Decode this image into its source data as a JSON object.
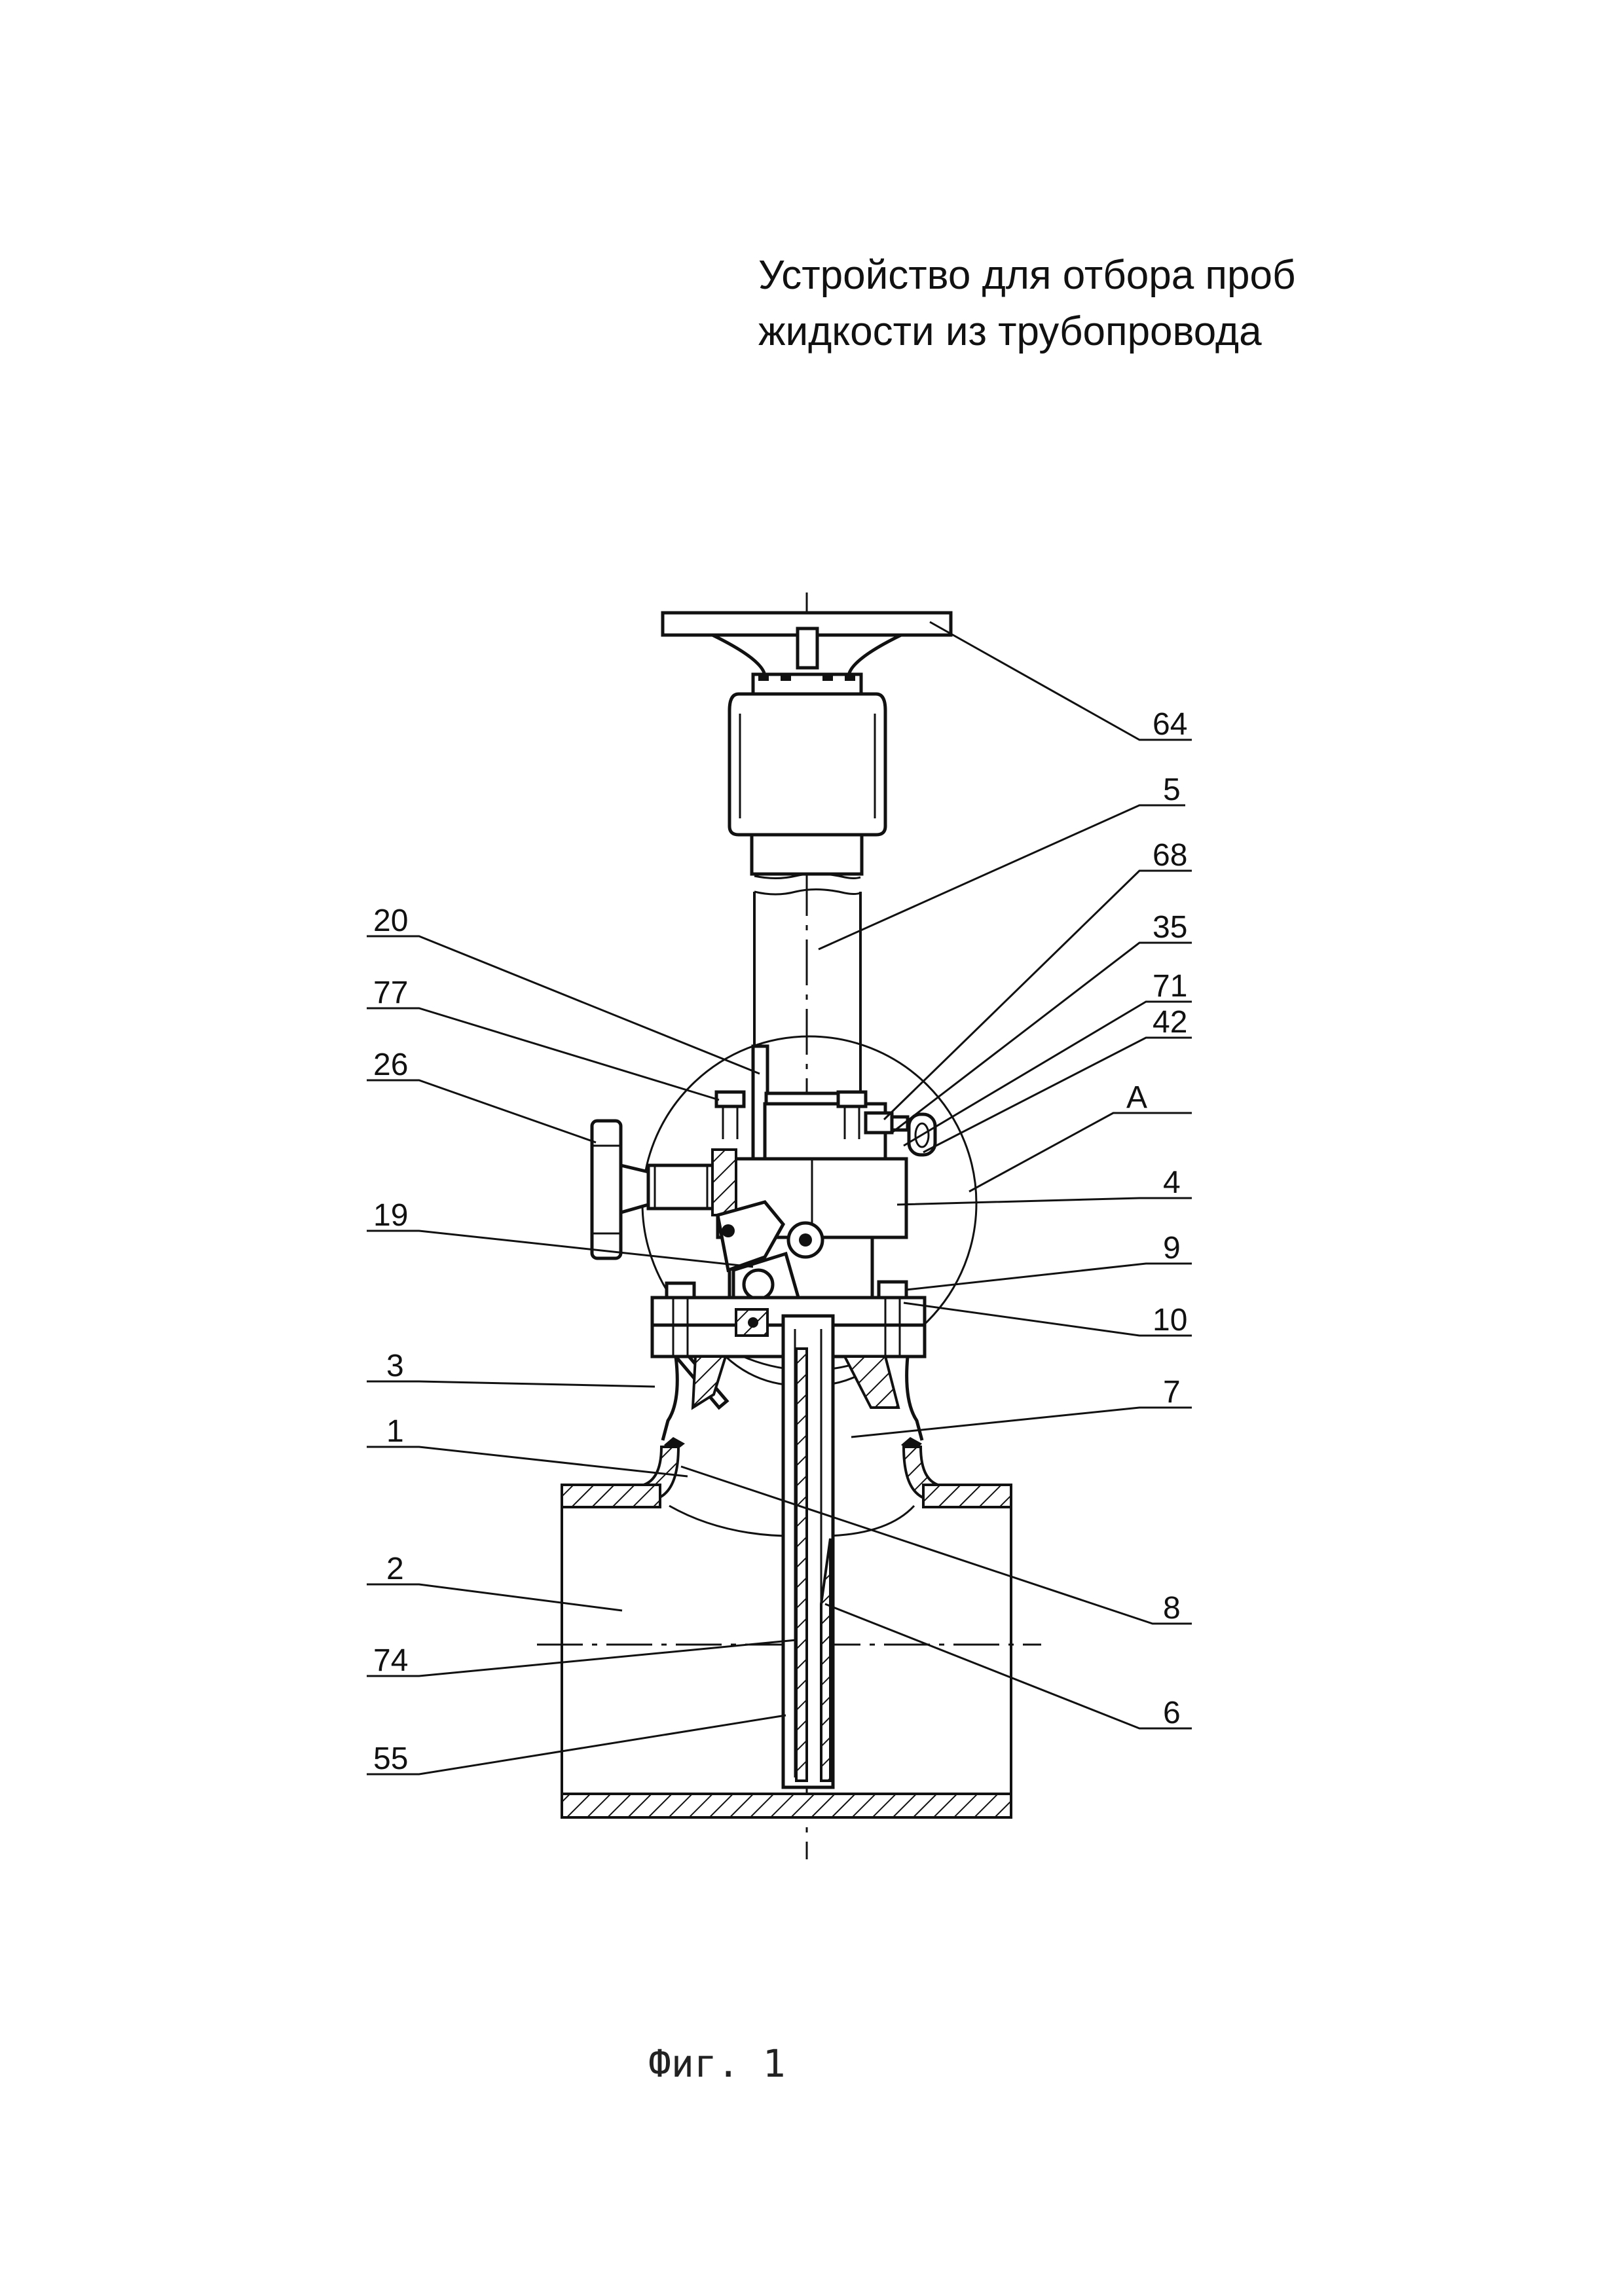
{
  "title": {
    "line1": "Устройство для отбора проб",
    "line2": "жидкости из трубопровода"
  },
  "figure_caption": "Фиг. 1",
  "callouts": {
    "c64": "64",
    "c5": "5",
    "c68": "68",
    "c35": "35",
    "c71": "71",
    "c42": "42",
    "cA": "А",
    "c4": "4",
    "c9": "9",
    "c10": "10",
    "c7": "7",
    "c8": "8",
    "c6": "6",
    "c20": "20",
    "c77": "77",
    "c26": "26",
    "c19": "19",
    "c3": "3",
    "c1": "1",
    "c2": "2",
    "c74": "74",
    "c55": "55"
  }
}
